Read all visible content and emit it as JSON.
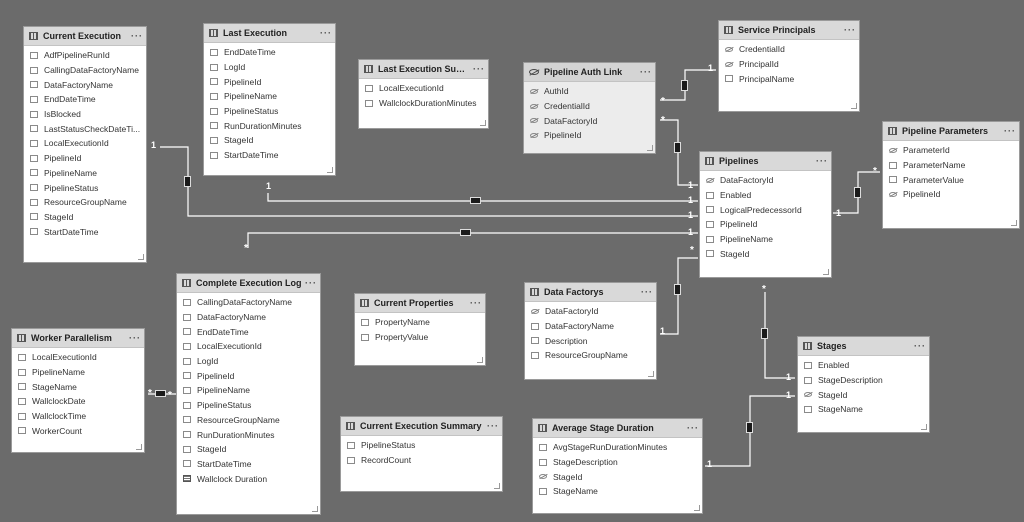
{
  "tables": {
    "current_execution": {
      "title": "Current Execution",
      "fields": [
        "AdfPipelineRunId",
        "CallingDataFactoryName",
        "DataFactoryName",
        "EndDateTime",
        "IsBlocked",
        "LastStatusCheckDateTi...",
        "LocalExecutionId",
        "PipelineId",
        "PipelineName",
        "PipelineStatus",
        "ResourceGroupName",
        "StageId",
        "StartDateTime"
      ]
    },
    "last_execution": {
      "title": "Last Execution",
      "fields": [
        "EndDateTime",
        "LogId",
        "PipelineId",
        "PipelineName",
        "PipelineStatus",
        "RunDurationMinutes",
        "StageId",
        "StartDateTime"
      ]
    },
    "last_execution_summary": {
      "title": "Last Execution Sum...",
      "fields": [
        "LocalExecutionId",
        "WallclockDurationMinutes"
      ]
    },
    "pipeline_auth_link": {
      "title": "Pipeline Auth Link",
      "fields": [
        "AuthId",
        "CredentialId",
        "DataFactoryId",
        "PipelineId"
      ]
    },
    "service_principals": {
      "title": "Service Principals",
      "fields": [
        "CredentialId",
        "PrincipalId",
        "PrincipalName"
      ]
    },
    "pipeline_parameters": {
      "title": "Pipeline Parameters",
      "fields": [
        "ParameterId",
        "ParameterName",
        "ParameterValue",
        "PipelineId"
      ]
    },
    "pipelines": {
      "title": "Pipelines",
      "fields": [
        "DataFactoryId",
        "Enabled",
        "LogicalPredecessorId",
        "PipelineId",
        "PipelineName",
        "StageId"
      ]
    },
    "complete_execution_log": {
      "title": "Complete Execution Log",
      "fields": [
        "CallingDataFactoryName",
        "DataFactoryName",
        "EndDateTime",
        "LocalExecutionId",
        "LogId",
        "PipelineId",
        "PipelineName",
        "PipelineStatus",
        "ResourceGroupName",
        "RunDurationMinutes",
        "StageId",
        "StartDateTime",
        "Wallclock Duration"
      ]
    },
    "worker_parallelism": {
      "title": "Worker Parallelism",
      "fields": [
        "LocalExecutionId",
        "PipelineName",
        "StageName",
        "WallclockDate",
        "WallclockTime",
        "WorkerCount"
      ]
    },
    "current_properties": {
      "title": "Current Properties",
      "fields": [
        "PropertyName",
        "PropertyValue"
      ]
    },
    "data_factorys": {
      "title": "Data Factorys",
      "fields": [
        "DataFactoryId",
        "DataFactoryName",
        "Description",
        "ResourceGroupName"
      ]
    },
    "stages": {
      "title": "Stages",
      "fields": [
        "Enabled",
        "StageDescription",
        "StageId",
        "StageName"
      ]
    },
    "current_execution_summary": {
      "title": "Current Execution Summary",
      "fields": [
        "PipelineStatus",
        "RecordCount"
      ]
    },
    "average_stage_duration": {
      "title": "Average Stage Duration",
      "fields": [
        "AvgStageRunDurationMinutes",
        "StageDescription",
        "StageId",
        "StageName"
      ]
    }
  },
  "hidden_fields": {
    "pipeline_auth_link": [
      0,
      1,
      2,
      3
    ],
    "service_principals": [
      0,
      1
    ],
    "pipeline_parameters": [
      0,
      3
    ],
    "pipelines": [
      0
    ],
    "data_factorys": [
      0
    ],
    "stages": [
      2
    ],
    "average_stage_duration": [
      2
    ]
  },
  "calculated_fields": {
    "complete_execution_log": [
      12
    ]
  },
  "more_label": "···",
  "cardinality": {
    "one": "1",
    "many": "*"
  },
  "colors": {
    "canvas": "#6b6b6b",
    "line": "#ffffff",
    "header": "#d9d9d9",
    "badge": "#1a1a1a"
  }
}
